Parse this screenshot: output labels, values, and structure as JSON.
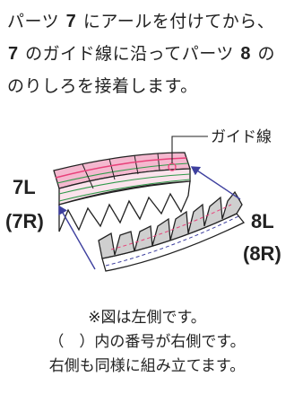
{
  "instructions": {
    "line1": {
      "pre": "パーツ ",
      "num1": "7",
      "mid": " にアールを付けてから、"
    },
    "line2": {
      "num1": "7",
      "mid": " のガイド線に沿ってパーツ ",
      "num2": "8",
      "post": " の"
    },
    "line3": "のりしろを接着します。"
  },
  "diagram": {
    "guide_label": "ガイド線",
    "part_7_left": "7L",
    "part_7_right": "(7R)",
    "part_8_left": "8L",
    "part_8_right": "(8R)",
    "colors": {
      "guide_line": "#e8417a",
      "fill_pink": "#f4b8cf",
      "fill_green_line": "#2f9a4a",
      "arrow": "#3d3f9e",
      "tooth_fill": "#cfcfcf"
    }
  },
  "notes": {
    "line1": "※図は左側です。",
    "line2": "（　）内の番号が右側です。",
    "line3": "右側も同様に組み立てます。"
  }
}
